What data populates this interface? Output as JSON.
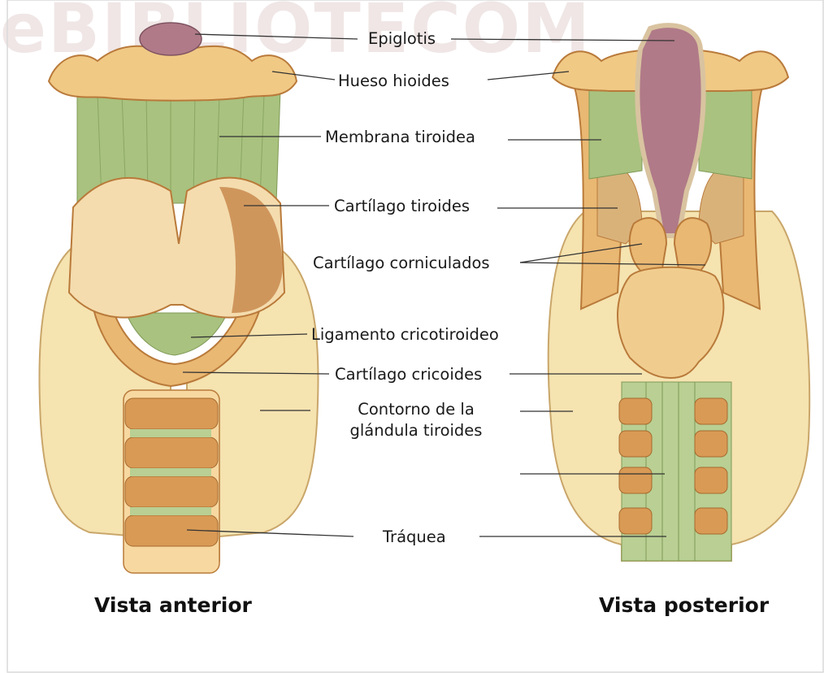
{
  "watermark": "eBIBLIOTECOM",
  "labels": {
    "epiglotis": "Epiglotis",
    "hueso_hioides": "Hueso hioides",
    "membrana_tiroidea": "Membrana tiroidea",
    "cartilago_tiroides": "Cartílago  tiroides",
    "cartilago_corniculados": "Cartílago  corniculados",
    "ligamento_cricotiroideo": "Ligamento cricotiroideo",
    "cartilago_cricoides": "Cartílago cricoides",
    "contorno_line1": "Contorno de la",
    "contorno_line2": "glándula  tiroides",
    "traquea": "Tráquea"
  },
  "captions": {
    "anterior": "Vista anterior",
    "posterior": "Vista posterior"
  },
  "colors": {
    "thyroid_gland": "#f5e3b0",
    "cartilage": "#e9b873",
    "cartilage_dark": "#b97a3a",
    "membrane": "#a9c27f",
    "epiglottis": "#b07a88",
    "leader": "#333333"
  }
}
